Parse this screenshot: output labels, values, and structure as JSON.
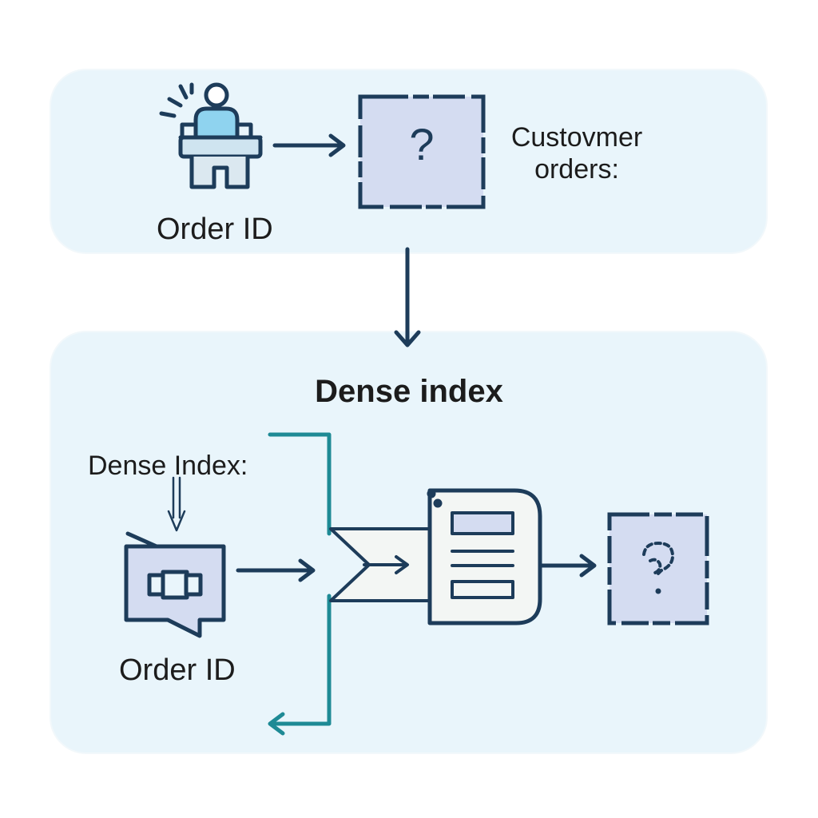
{
  "top_panel": {
    "input_label": "Order ID",
    "output_label": "Custovmer orders:",
    "unknown_symbol": "?"
  },
  "bottom_panel": {
    "title": "Dense index",
    "index_label": "Dense Index:",
    "input_label": "Order ID",
    "unknown_symbol": "?"
  },
  "colors": {
    "panel_bg": "#e9f5fb",
    "stroke_dark": "#1d3c5a",
    "teal": "#1e8a95",
    "box_fill": "#d4dcf1",
    "person_fill": "#8fd3ef"
  }
}
